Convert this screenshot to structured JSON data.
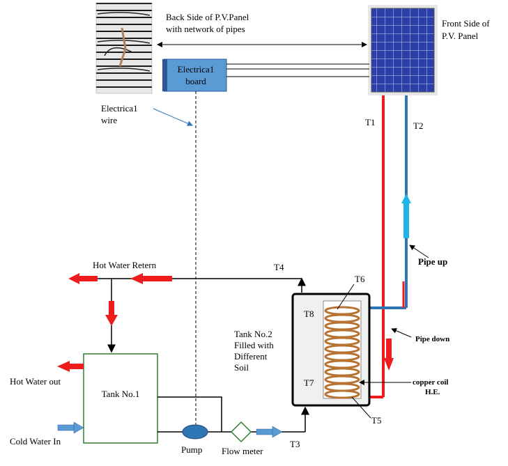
{
  "labels": {
    "back_side_line1": "Back Side of P.V.Panel",
    "back_side_line2": "with network of pipes",
    "front_side_line1": "Front Side of",
    "front_side_line2": "P.V. Panel",
    "electrical_board_line1": "Electrica1",
    "electrical_board_line2": "board",
    "electrical_wire_line1": "Electrica1",
    "electrical_wire_line2": "wire",
    "t1": "T1",
    "t2": "T2",
    "t3": "T3",
    "t4": "T4",
    "t5": "T5",
    "t6": "T6",
    "t7": "T7",
    "t8": "T8",
    "pipe_up": "Pipe up",
    "pipe_down": "Pipe down",
    "hot_water_return": "Hot Water Retern",
    "hot_water_out": "Hot Water out",
    "cold_water_in": "Cold Water In",
    "tank1": "Tank No.1",
    "tank2_line1": "Tank No.2",
    "tank2_line2": "Filled  with",
    "tank2_line3": "Different",
    "tank2_line4": "Soil",
    "copper_coil_line1": "copper coil",
    "copper_coil_line2": "H.E.",
    "pump": "Pump",
    "flow_meter": "Flow meter"
  },
  "colors": {
    "hot_pipe": "#ee1c1c",
    "cold_pipe": "#2e75b6",
    "cold_arrow": "#1eb4e6",
    "board_fill": "#5b9bd5",
    "pv_cell": "#2c3fa8",
    "coil": "#b87333"
  }
}
